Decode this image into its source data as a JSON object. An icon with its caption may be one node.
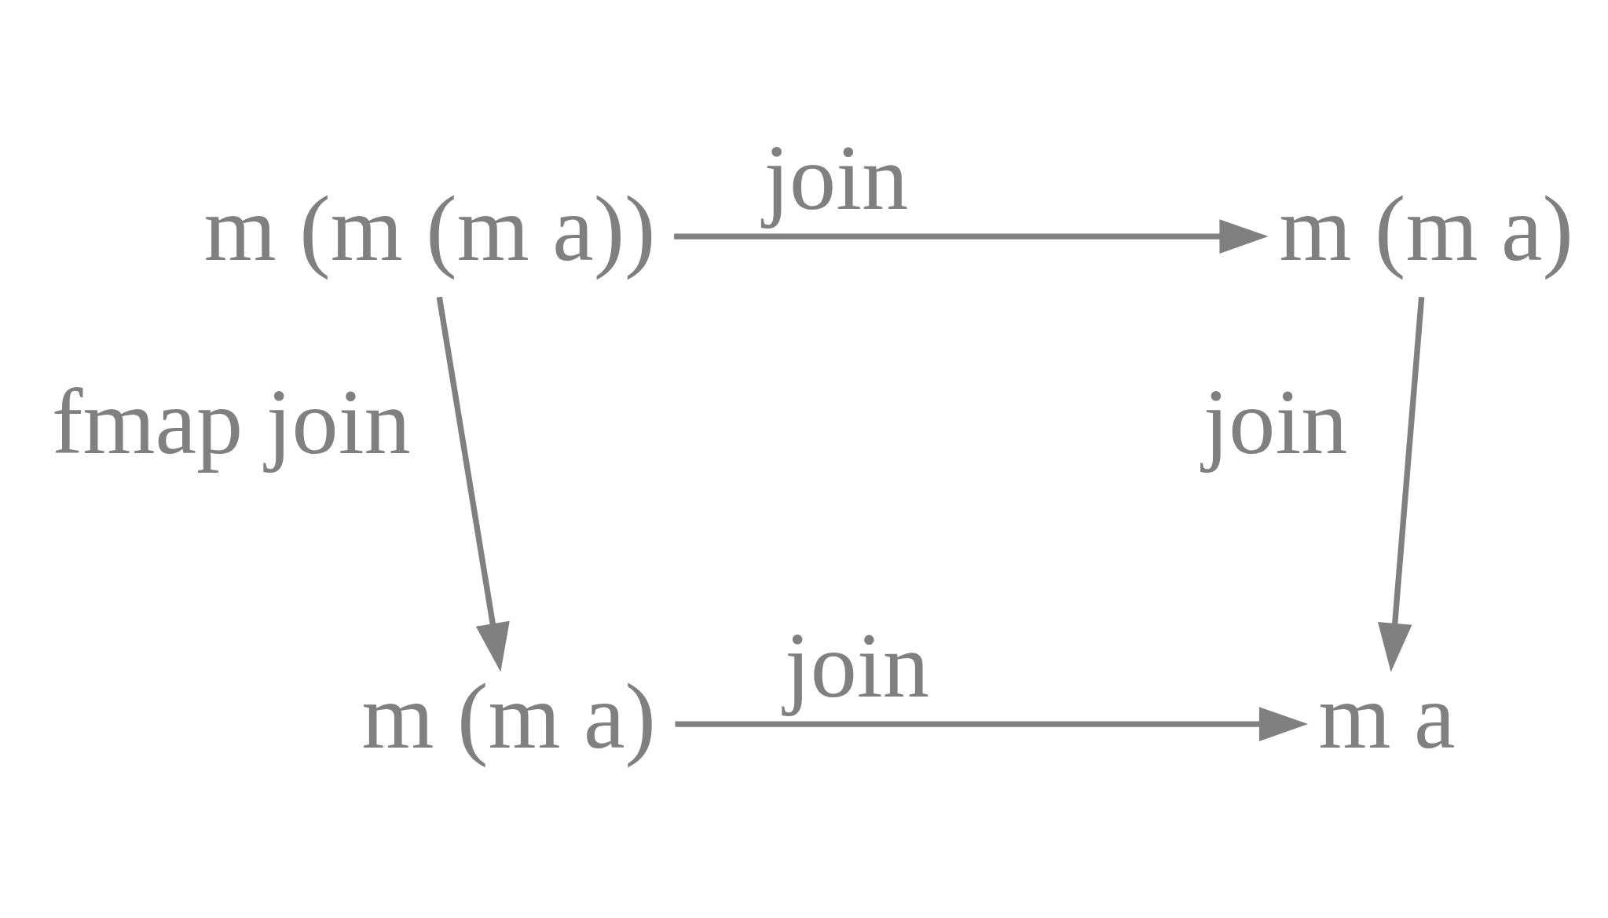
{
  "diagram": {
    "nodes": [
      {
        "text": [
          "m (m (m a))"
        ]
      },
      {
        "text": [
          "m (m a)"
        ]
      },
      {
        "text": [
          "m (m a)"
        ]
      },
      {
        "text": [
          "m a"
        ]
      }
    ],
    "edges": [
      {
        "from": 0,
        "to": 1,
        "arrow": "to",
        "label": "join"
      },
      {
        "from": 0,
        "to": 2,
        "arrow": "to",
        "label": "fmap join"
      },
      {
        "from": 1,
        "to": 3,
        "arrow": "to",
        "label": "join"
      },
      {
        "from": 2,
        "to": 3,
        "arrow": "to",
        "label": "join"
      }
    ]
  }
}
